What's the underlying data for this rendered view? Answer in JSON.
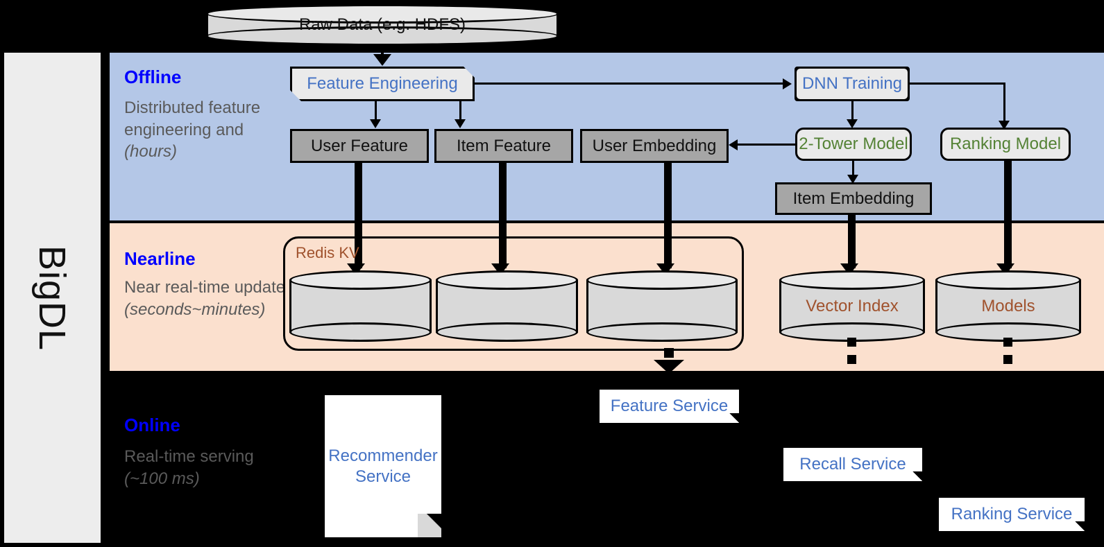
{
  "diagram": {
    "platform_label": "BigDL",
    "source": {
      "label": "Raw Data (e.g. HDFS)"
    },
    "bands": [
      {
        "id": "offline",
        "title": "Offline",
        "description": "Distributed feature engineering and ",
        "description_italic": "(hours)",
        "bg": "#B4C7E7"
      },
      {
        "id": "nearline",
        "title": "Nearline",
        "description": "Near real-time update ",
        "description_italic": "(seconds~minutes)",
        "bg": "#FBE0CE"
      },
      {
        "id": "online",
        "title": "Online",
        "description": "Real-time serving ",
        "description_italic": "(~100 ms)",
        "bg": "#000000"
      }
    ],
    "offline_nodes": [
      {
        "id": "feature-engineering",
        "label": "Feature Engineering",
        "shape": "banner",
        "text_color": "#4472C4"
      },
      {
        "id": "dnn-training",
        "label": "DNN Training",
        "shape": "bracket",
        "text_color": "#4472C4"
      },
      {
        "id": "user-feature",
        "label": "User Feature",
        "shape": "rect",
        "fill": "#A6A6A6"
      },
      {
        "id": "item-feature",
        "label": "Item Feature",
        "shape": "rect",
        "fill": "#A6A6A6"
      },
      {
        "id": "user-embedding",
        "label": "User Embedding",
        "shape": "rect",
        "fill": "#A6A6A6"
      },
      {
        "id": "two-tower-model",
        "label": "2-Tower Model",
        "shape": "rounded",
        "text_color": "#548235"
      },
      {
        "id": "ranking-model",
        "label": "Ranking Model",
        "shape": "rounded",
        "text_color": "#548235"
      },
      {
        "id": "item-embedding",
        "label": "Item Embedding",
        "shape": "rect",
        "fill": "#A6A6A6"
      }
    ],
    "nearline_nodes": [
      {
        "id": "redis-kv",
        "label": "Redis KV",
        "shape": "container",
        "text_color": "#A0522D"
      },
      {
        "id": "redis-cylinder-1",
        "label": "",
        "shape": "cylinder"
      },
      {
        "id": "redis-cylinder-2",
        "label": "",
        "shape": "cylinder"
      },
      {
        "id": "redis-cylinder-3",
        "label": "",
        "shape": "cylinder"
      },
      {
        "id": "vector-index",
        "label": "Vector Index",
        "shape": "cylinder",
        "text_color": "#A0522D"
      },
      {
        "id": "models",
        "label": "Models",
        "shape": "cylinder",
        "text_color": "#A0522D"
      }
    ],
    "online_nodes": [
      {
        "id": "recommender-service",
        "label": "Recommender Service",
        "shape": "document",
        "text_color": "#4472C4"
      },
      {
        "id": "feature-service",
        "label": "Feature Service",
        "shape": "card",
        "text_color": "#4472C4"
      },
      {
        "id": "recall-service",
        "label": "Recall Service",
        "shape": "card",
        "text_color": "#4472C4"
      },
      {
        "id": "ranking-service",
        "label": "Ranking Service",
        "shape": "card",
        "text_color": "#4472C4"
      }
    ],
    "colors": {
      "offline_band": "#B4C7E7",
      "nearline_band": "#FBE0CE",
      "online_band": "#000000",
      "band_title": "#0000FF",
      "band_desc": "#5A5A5A",
      "blue_text": "#4472C4",
      "green_text": "#548235",
      "brown_text": "#A0522D",
      "gray_fill": "#A6A6A6",
      "light_fill": "#EAEAEA",
      "cylinder_fill": "#D9D9D9",
      "rail_fill": "#EDEDED"
    }
  }
}
